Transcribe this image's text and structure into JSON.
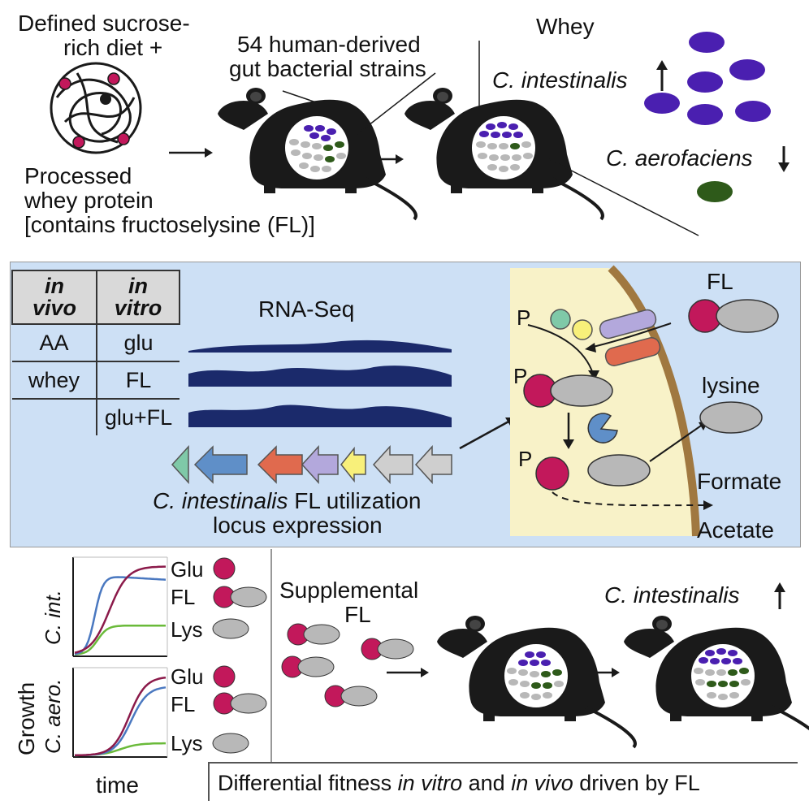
{
  "top": {
    "diet_line1": "Defined sucrose-",
    "diet_line2": "rich diet +",
    "whey_line1": "Processed",
    "whey_line2": "whey protein",
    "whey_line3": "[contains fructoselysine (FL)]",
    "strains_line1": "54 human-derived",
    "strains_line2": "gut bacterial strains",
    "whey_label": "Whey",
    "intestinalis_label": "C. intestinalis",
    "aerofaciens_label": "C. aerofaciens"
  },
  "middle": {
    "table": {
      "header_invivo_1": "in",
      "header_invivo_2": "vivo",
      "header_invitro_1": "in",
      "header_invitro_2": "vitro",
      "rows": [
        {
          "invivo": "AA",
          "invitro": "glu"
        },
        {
          "invivo": "whey",
          "invitro": "FL"
        },
        {
          "invivo": "",
          "invitro": "glu+FL"
        }
      ]
    },
    "rnaseq_label": "RNA-Seq",
    "locus_line1_italic": "C. intestinalis",
    "locus_line1_rest": " FL utilization",
    "locus_line2": "locus expression",
    "cell": {
      "fl_label": "FL",
      "lysine_label": "lysine",
      "formate_label": "Formate",
      "acetate_label": "Acetate",
      "p1": "P",
      "p2": "P",
      "p3": "P"
    }
  },
  "bottom": {
    "growth_label": "Growth",
    "time_label": "time",
    "cint_label": "C. int.",
    "caero_label": "C. aero.",
    "legend_top": [
      "Glu",
      "FL",
      "Lys"
    ],
    "legend_bottom": [
      "Glu",
      "FL",
      "Lys"
    ],
    "supplemental_line1": "Supplemental",
    "supplemental_line2": "FL",
    "intestinalis_label": "C. intestinalis",
    "caption_pre": "Differential fitness ",
    "caption_it1": "in vitro",
    "caption_mid": " and ",
    "caption_it2": "in vivo",
    "caption_post": " driven by FL"
  },
  "colors": {
    "purple_bacteria": "#4a1fb0",
    "green_bacteria": "#2e5a1a",
    "gray_bacteria": "#b8b8b8",
    "magenta": "#c2185b",
    "panel_bg": "#cde0f5",
    "cell_bg": "#f8f2c8",
    "cell_wall": "#a07840",
    "navy_track": "#1b2a6b",
    "curve_glu": "#8b1a4a",
    "curve_fl": "#4a78c0",
    "curve_lys": "#6aba3a"
  }
}
